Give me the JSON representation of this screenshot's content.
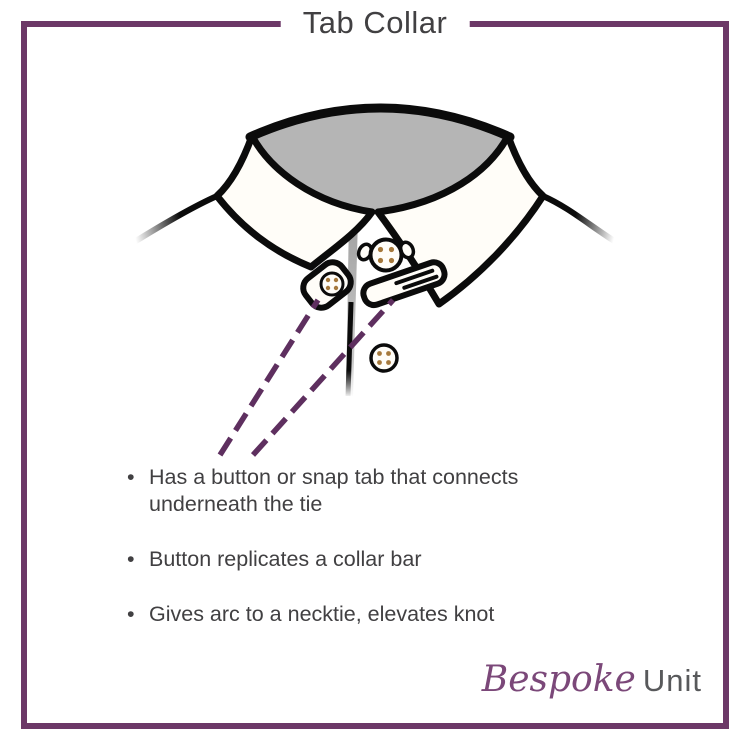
{
  "page": {
    "title": "Tab Collar",
    "background": "#ffffff",
    "frame_color": "#6c3867"
  },
  "diagram": {
    "subject": "tab collar shirt illustration",
    "colors": {
      "outline": "#0b0b0b",
      "neck_gray": "#b5b5b5",
      "shirt_white": "#fffdf8",
      "button_dots": "#a6793c",
      "pointer_dash": "#5e2f5f"
    },
    "pointer_lines_target": "button and snap tab under the collar"
  },
  "bullets": {
    "marker": "•",
    "items": [
      "Has a button or snap tab that connects underneath the tie",
      "Button replicates a collar bar",
      "Gives arc to a necktie, elevates knot"
    ]
  },
  "brand": {
    "script_word": "Bespoke",
    "plain_word": "Unit",
    "script_color": "#7b4879",
    "plain_color": "#58595b"
  }
}
